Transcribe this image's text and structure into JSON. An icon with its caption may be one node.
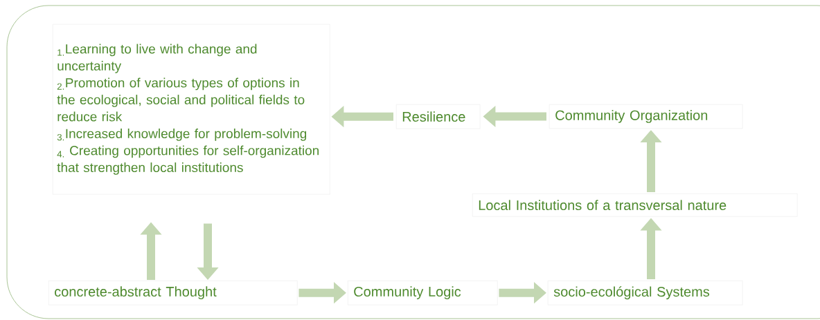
{
  "diagram": {
    "nodes": [
      {
        "text": [
          "$_{1.}$Learning to live with change and uncertainty",
          "$_{2.}$Promotion of various types of options in the ecological, social and political fields to reduce risk",
          "$_{3.}$Increased knowledge for problem-solving",
          "$_{4.}$ Creating opportunities for self-organization that strengthen local institutions"
        ]
      },
      {
        "text": [
          "Resilience"
        ]
      },
      {
        "text": [
          "Community Organization"
        ]
      },
      {
        "text": [
          "Local Institutions of a transversal nature"
        ]
      },
      {
        "text": [
          "concrete-abstract Thought"
        ]
      },
      {
        "text": [
          "Community Logic"
        ]
      },
      {
        "text": [
          "socio-ecológical Systems"
        ]
      }
    ],
    "edges": [
      {
        "from": 2,
        "to": 1,
        "arrow": "to"
      },
      {
        "from": 1,
        "to": 0,
        "arrow": "to"
      },
      {
        "from": 6,
        "to": 3,
        "arrow": "to"
      },
      {
        "from": 3,
        "to": 2,
        "arrow": "to"
      },
      {
        "from": 4,
        "to": 5,
        "arrow": "to"
      },
      {
        "from": 5,
        "to": 6,
        "arrow": "to"
      },
      {
        "from": 4,
        "to": 0,
        "arrow": "to"
      },
      {
        "from": 0,
        "to": 4,
        "arrow": "to"
      }
    ]
  }
}
